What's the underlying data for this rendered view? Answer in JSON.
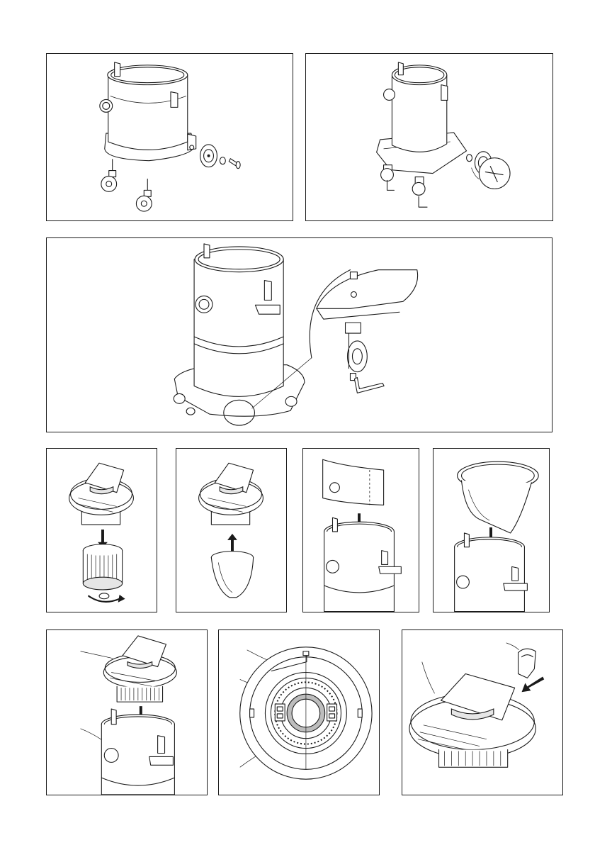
{
  "figure": {
    "steps": [
      {
        "id": "attach-swivel-castors-and-wheel"
      },
      {
        "id": "attach-castor-base"
      },
      {
        "id": "tighten-castor-screws"
      },
      {
        "id": "fit-cartridge-filter"
      },
      {
        "id": "fit-dust-bag"
      },
      {
        "id": "fit-wet-insert"
      },
      {
        "id": "fit-paper-bag"
      },
      {
        "id": "place-motor-head"
      },
      {
        "id": "motor-head-underside"
      },
      {
        "id": "attach-clip"
      }
    ]
  }
}
